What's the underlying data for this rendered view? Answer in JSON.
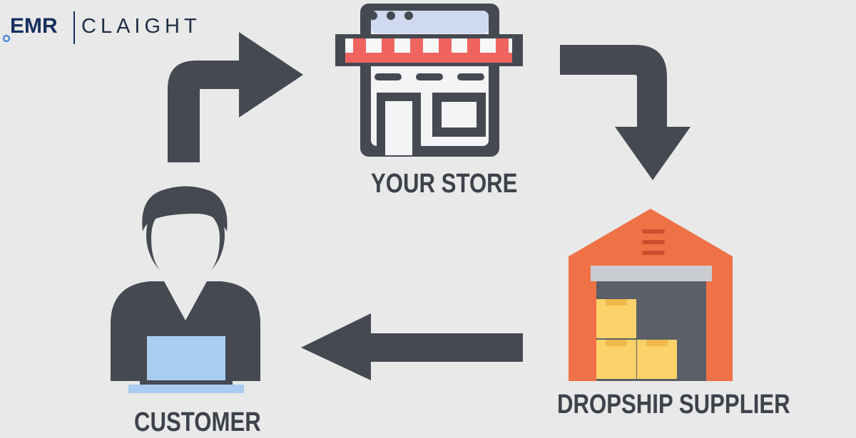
{
  "logo": {
    "brand_left": "EMR",
    "brand_right": "CLAIGHT"
  },
  "nodes": {
    "store_label": "YOUR STORE",
    "supplier_label": "DROPSHIP SUPPLIER",
    "customer_label": "CUSTOMER"
  },
  "colors": {
    "background": "#e9e9e9",
    "arrow": "#454951",
    "store_awning_red": "#f0645f",
    "store_top_blue": "#cfd9f0",
    "warehouse_orange": "#ee7246",
    "box_yellow": "#fbd26a",
    "laptop_screen": "#a9ccf0"
  }
}
